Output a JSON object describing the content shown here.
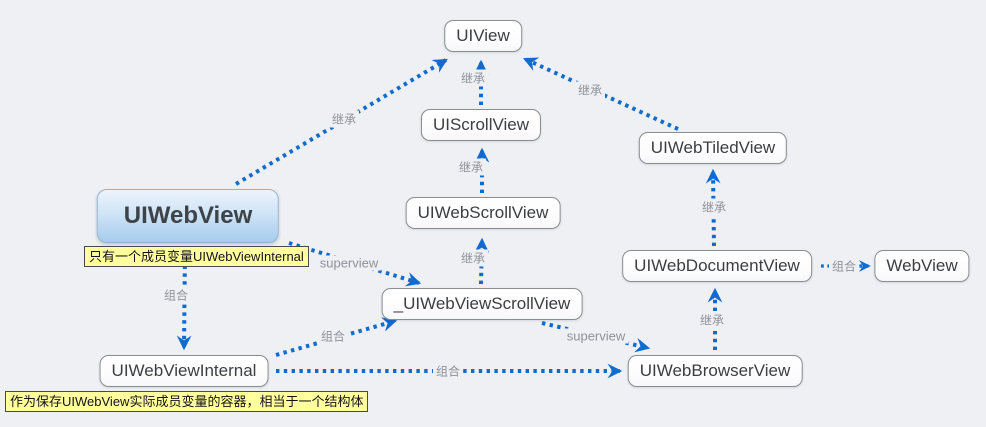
{
  "diagram": {
    "title": "UIWebView class hierarchy diagram",
    "colors": {
      "background": "#eef0f4",
      "arrow_blue": "#0f6bd0",
      "note_bg": "#ffff9e",
      "main_node_top": "#ecf4fc",
      "main_node_bottom": "#a6ccee",
      "edge_label_gray": "#8e9298"
    },
    "nodes": [
      {
        "id": "uiview",
        "label": "UIView"
      },
      {
        "id": "uiscrollview",
        "label": "UIScrollView"
      },
      {
        "id": "uiwebscrollview",
        "label": "UIWebScrollView"
      },
      {
        "id": "uiwebviewscrollview",
        "label": "_UIWebViewScrollView"
      },
      {
        "id": "uiwebview",
        "label": "UIWebView"
      },
      {
        "id": "uiwebviewinternal",
        "label": "UIWebViewInternal"
      },
      {
        "id": "uiwebbrowserview",
        "label": "UIWebBrowserView"
      },
      {
        "id": "uiwebdocumentview",
        "label": "UIWebDocumentView"
      },
      {
        "id": "uiwebtiledview",
        "label": "UIWebTiledView"
      },
      {
        "id": "webview",
        "label": "WebView"
      }
    ],
    "edges": [
      {
        "from": "UIWebView",
        "to": "UIView",
        "label": "继承"
      },
      {
        "from": "UIScrollView",
        "to": "UIView",
        "label": "继承"
      },
      {
        "from": "UIWebTiledView",
        "to": "UIView",
        "label": "继承"
      },
      {
        "from": "UIWebScrollView",
        "to": "UIScrollView",
        "label": "继承"
      },
      {
        "from": "_UIWebViewScrollView",
        "to": "UIWebScrollView",
        "label": "继承"
      },
      {
        "from": "UIWebView",
        "to": "_UIWebViewScrollView",
        "label": "superview"
      },
      {
        "from": "UIWebView",
        "to": "UIWebViewInternal",
        "label": "组合"
      },
      {
        "from": "UIWebViewInternal",
        "to": "_UIWebViewScrollView",
        "label": "组合"
      },
      {
        "from": "UIWebViewInternal",
        "to": "UIWebBrowserView",
        "label": "组合"
      },
      {
        "from": "_UIWebViewScrollView",
        "to": "UIWebBrowserView",
        "label": "superview"
      },
      {
        "from": "UIWebBrowserView",
        "to": "UIWebDocumentView",
        "label": "继承"
      },
      {
        "from": "UIWebDocumentView",
        "to": "UIWebTiledView",
        "label": "继承"
      },
      {
        "from": "UIWebDocumentView",
        "to": "WebView",
        "label": "组合"
      }
    ],
    "notes": [
      {
        "id": "uiwebview-note",
        "text": "只有一个成员变量UIWebViewInternal"
      },
      {
        "id": "internal-note",
        "text": "作为保存UIWebView实际成员变量的容器，相当于一个结构体"
      }
    ]
  }
}
